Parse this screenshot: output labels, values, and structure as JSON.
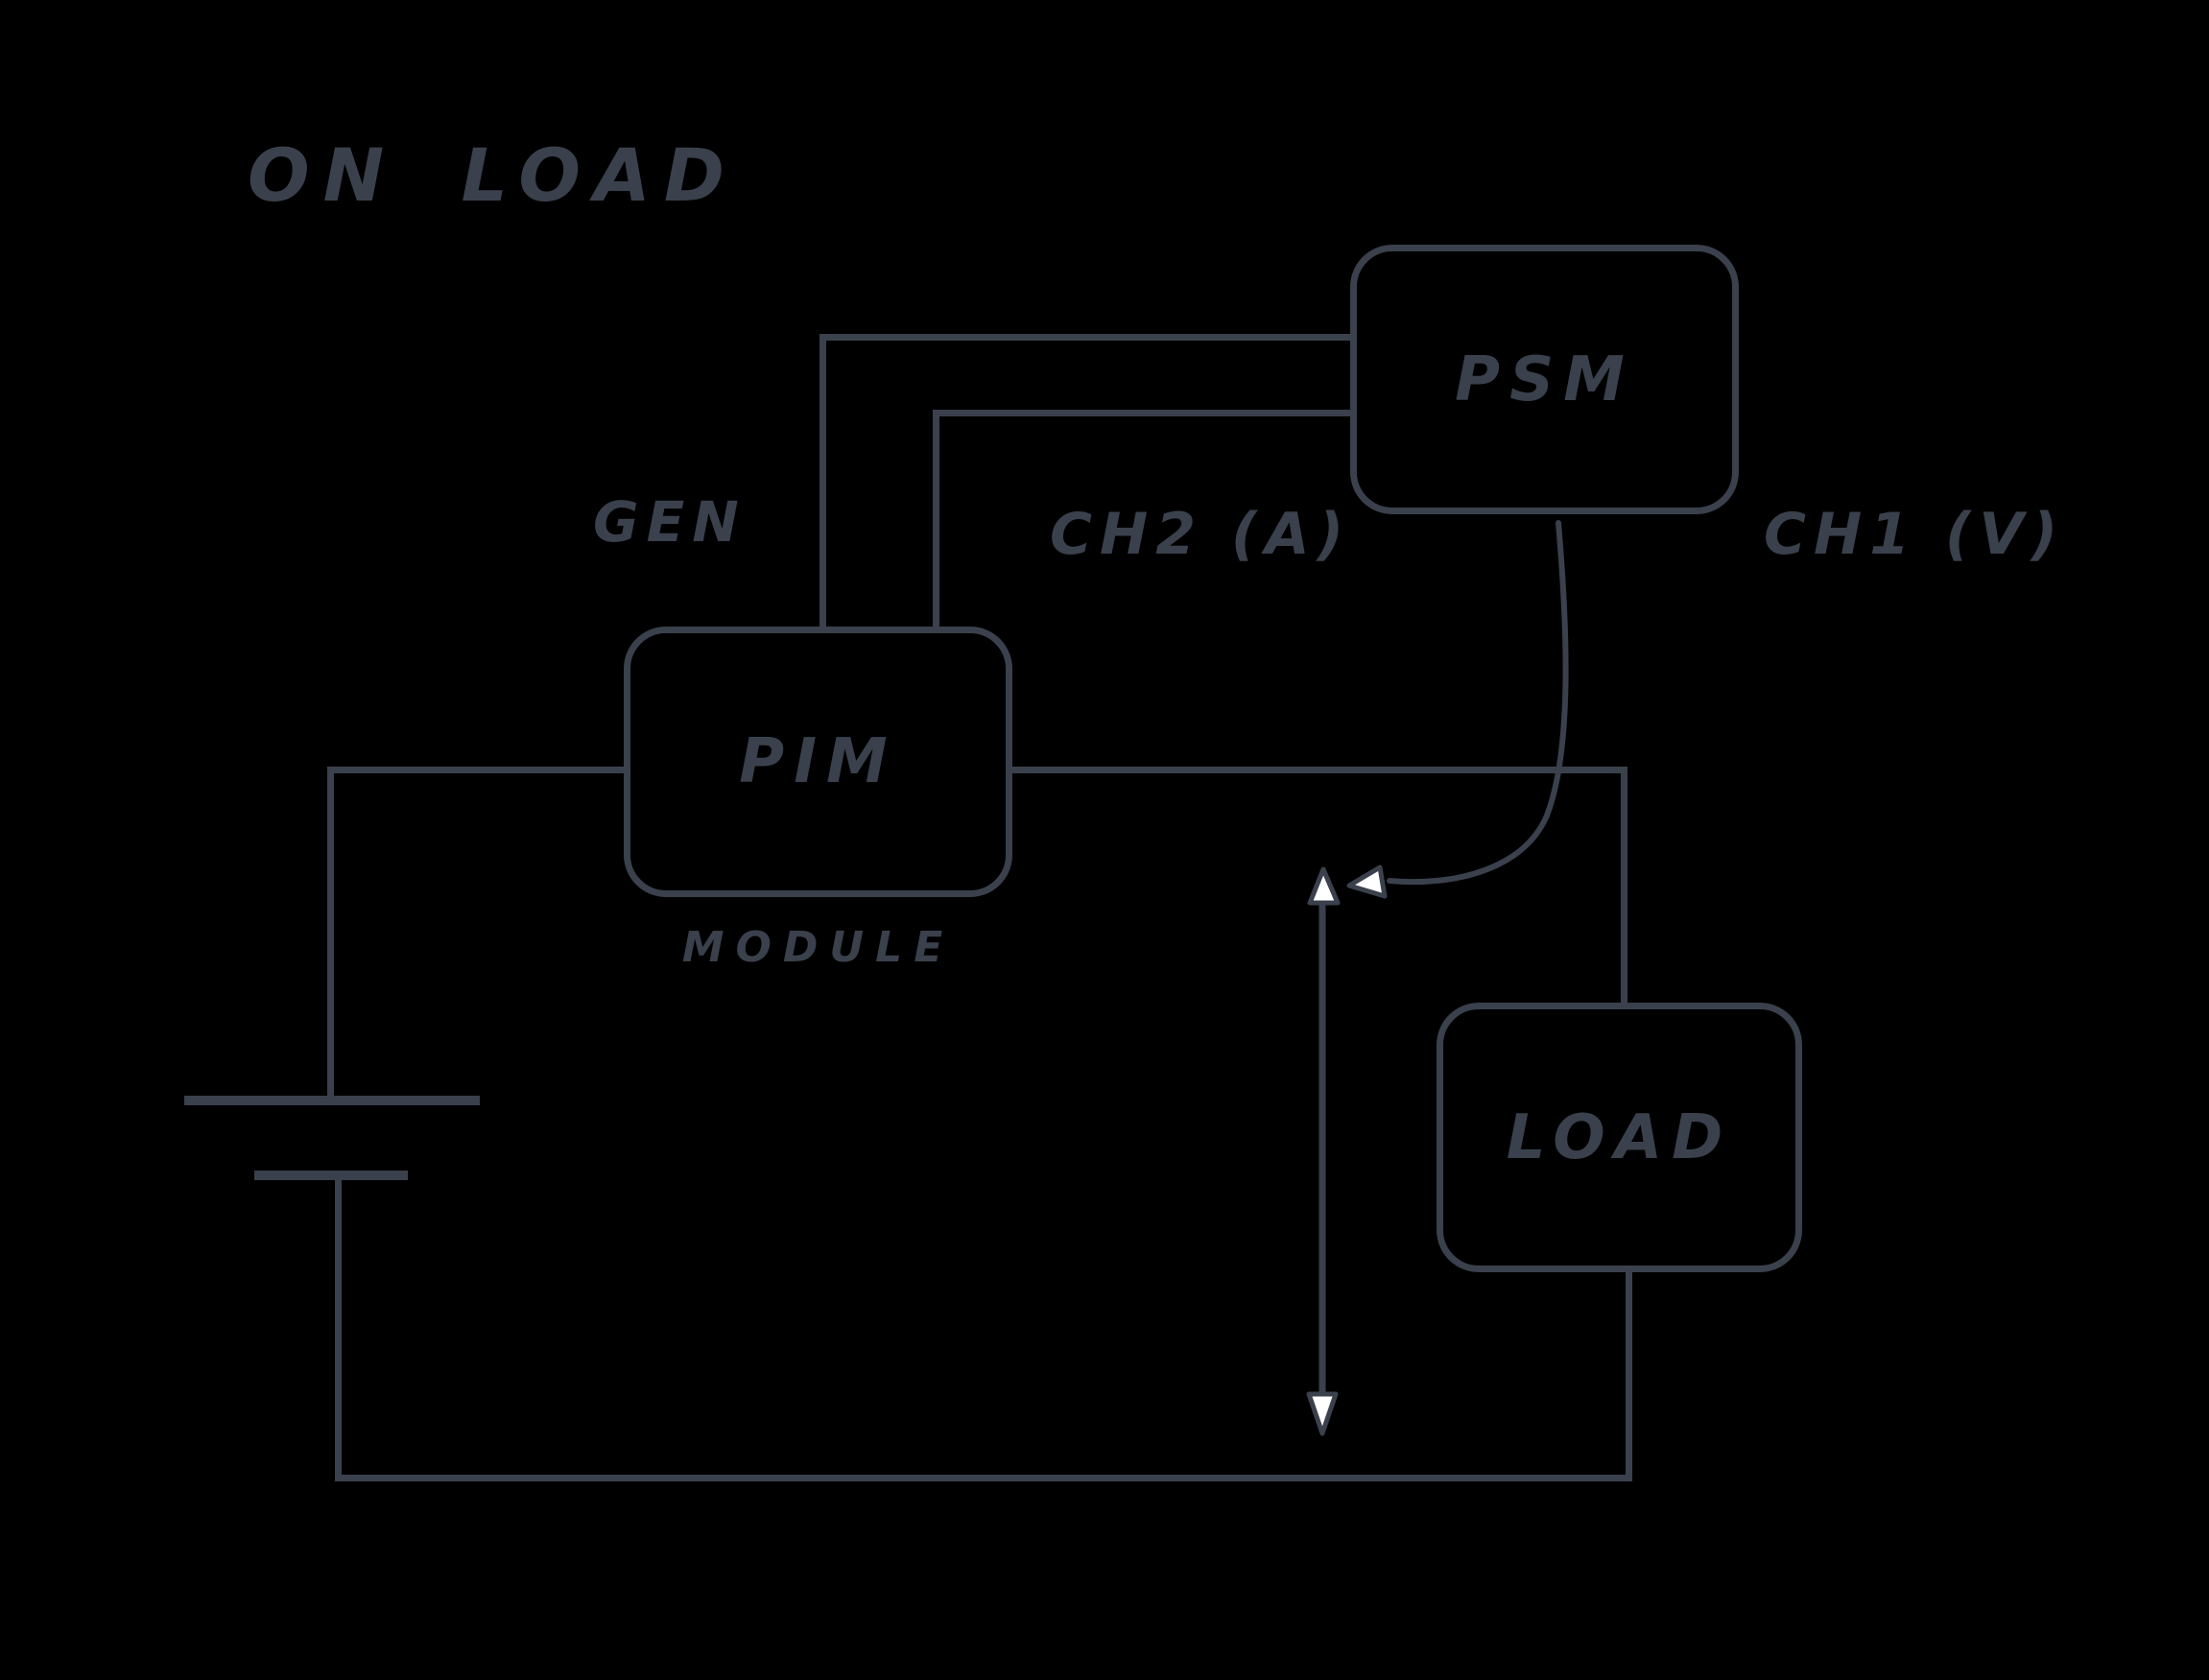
{
  "title": "ON LOAD",
  "colors": {
    "background": "#000000",
    "stroke": "#3a414c",
    "arrowhead_fill": "#ffffff"
  },
  "nodes": {
    "psm": {
      "label": "PSM"
    },
    "pim": {
      "label": "PIM",
      "sublabel": "MODULE"
    },
    "load": {
      "label": "LOAD"
    }
  },
  "labels": {
    "gen": "GEN",
    "ch2": "CH2 (A)",
    "ch1": "CH1 (V)"
  },
  "symbols": {
    "battery": "battery-cell-icon",
    "probe_arrow": "curved-probe-arrow-icon",
    "measurement_arrow": "double-headed-vertical-arrow-icon"
  }
}
